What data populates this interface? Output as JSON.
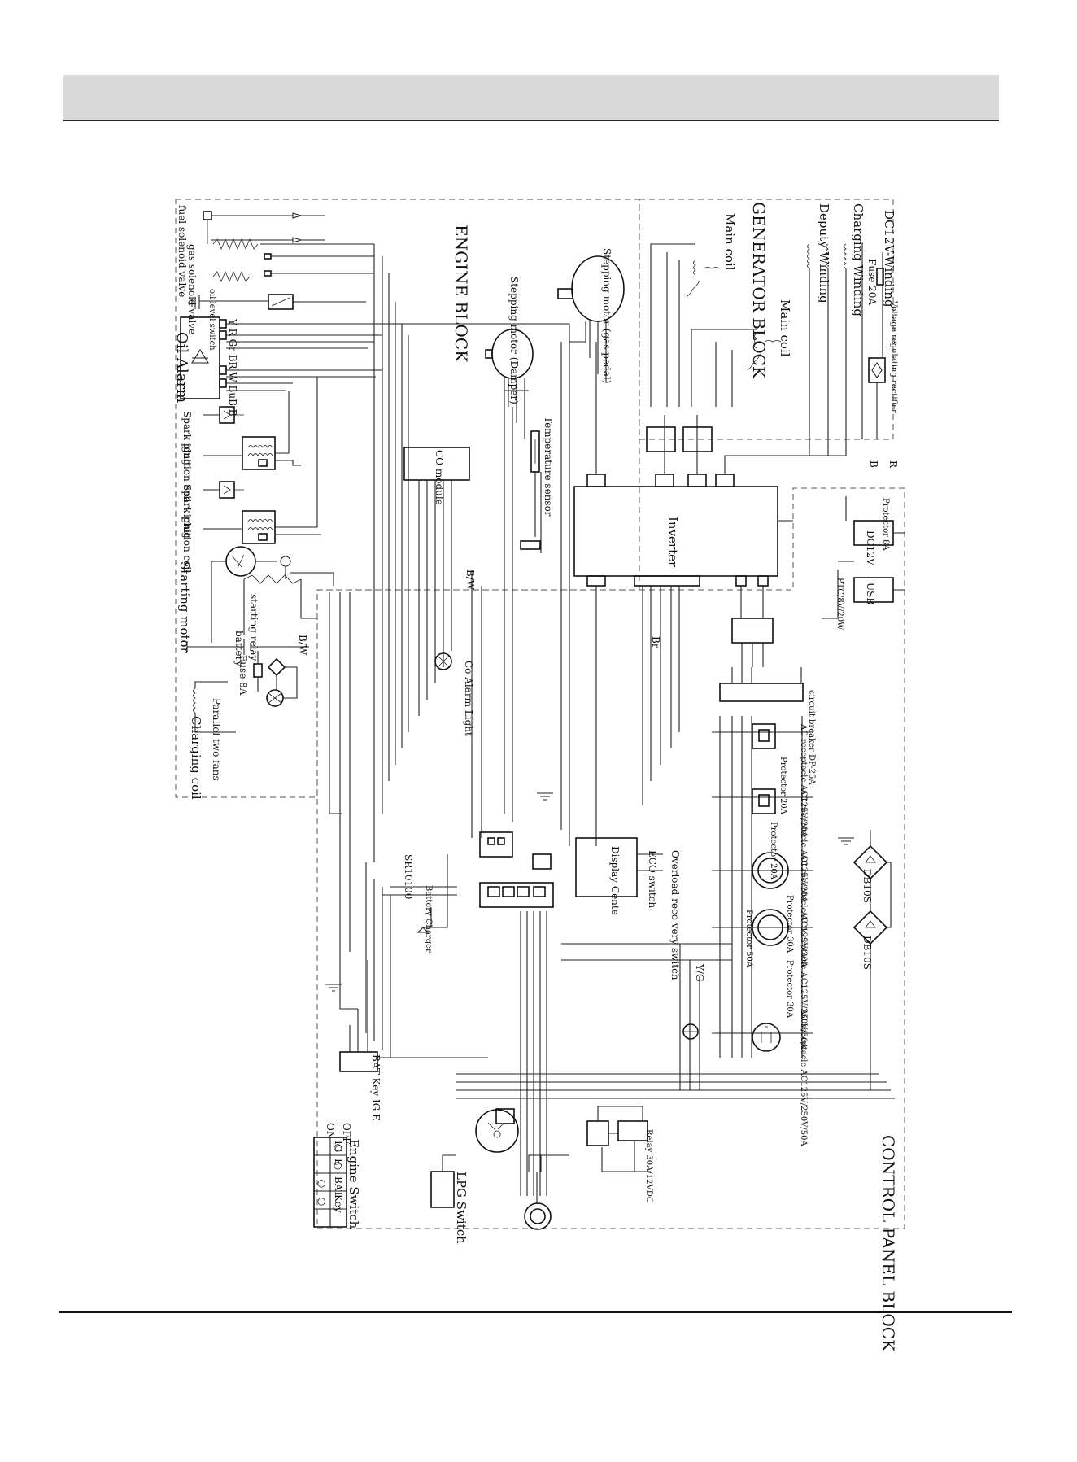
{
  "labels": {
    "engine_block": "ENGINE BLOCK",
    "generator_block": "GENERATOR BLOCK",
    "control_panel_block": "CONTROL PANEL BLOCK",
    "dc12v_winding": "DC12V-Winding",
    "charging_winding": "Charging Winding",
    "deputy_winding": "Deputy Winding",
    "main_coil_1": "Main coil",
    "main_coil_2": "Main coil",
    "fuse_20a": "Fuse 20A",
    "voltage_regulating_rectifier": "Voltage regulating rectifier",
    "fuel_solenoid_valve": "fuel solenoid valve",
    "gas_solenoid_valve": "gas solenoid valve",
    "oil_level_switch": "oil level switch",
    "oil_alarm": "Oil Alarm",
    "oil_alarm_pins": "Y R Gr BR   W BuB B",
    "stepping_motor_gas": "Stepping motor (gas pedal)",
    "stepping_motor_damper": "Stepping motor (Damper)",
    "temperature_sensor": "Temperature sensor",
    "co_module": "CO module",
    "spark_plug_1": "Spark plug",
    "ignition_coil_1": "ignition coil",
    "spark_plug_2": "Spark plug",
    "ignition_coil_2": "ignition coil",
    "starting_motor": "Starting motor",
    "starting_relay": "starting relay",
    "battery": "battery",
    "fuse_8a": "Fuse 8A",
    "parallel_two_fans": "Parallel two fans",
    "charging_coil": "Charging coil",
    "co_alarm_light": "Co Alarm Light",
    "inverter": "Inverter",
    "display_cente": "Display Cente",
    "overload_reco_very_switch": "Overload reco very switch",
    "eco_switch": "ECO switch",
    "sr10100": "SR10100",
    "battery_charger": "Battery Charger",
    "dc12v": "DC12V",
    "usb": "USB",
    "protector_1": "Protector 8A",
    "ptc": "PTC/8V/20W",
    "circuit_breaker": "circuit breaker DP-25A",
    "ac_receptacle_1": "AC receptacle AC125V/20A",
    "ac_receptacle_2": "AC receptacle AC125V/20A",
    "ac_receptacle_3": "AC receptacle AC125V/30A",
    "ac_receptacle_4": "AC receptacle AC125V/250V/30A",
    "ac_receptacle_5": "AC receptacle AC125V/250V/50A",
    "protector_20a_1": "Protector 20A",
    "protector_20a_2": "Protector 20A",
    "protector_30a_1": "Protector 30A",
    "protector_30a_2": "Protector 30A",
    "protector_50a": "Protector 50A",
    "db10_1": "DB10S",
    "db10_2": "DB10S",
    "lpg_switch": "LPG Switch",
    "engine_switch": "Engine Switch",
    "key_terminals": "BAT Key IG E",
    "yg": "Y/G",
    "relay_label": "Relay 30A/12VDC",
    "wire_bw_1": "B/W",
    "wire_bw_2": "B/W",
    "wire_br": "Br",
    "wire_b": "B",
    "wire_r": "R"
  },
  "engine_switch_table": {
    "headers": [
      "IG",
      "E",
      "BAT",
      "Key"
    ],
    "rows": [
      {
        "position": "OFF",
        "marks": [
          "○",
          "○",
          "",
          ""
        ]
      },
      {
        "position": "ON",
        "marks": [
          "",
          "",
          "○",
          "○"
        ]
      }
    ]
  },
  "colors": {
    "header_band": "#d9d9d9",
    "ink": "#111111",
    "dashed_border": "#555555"
  }
}
